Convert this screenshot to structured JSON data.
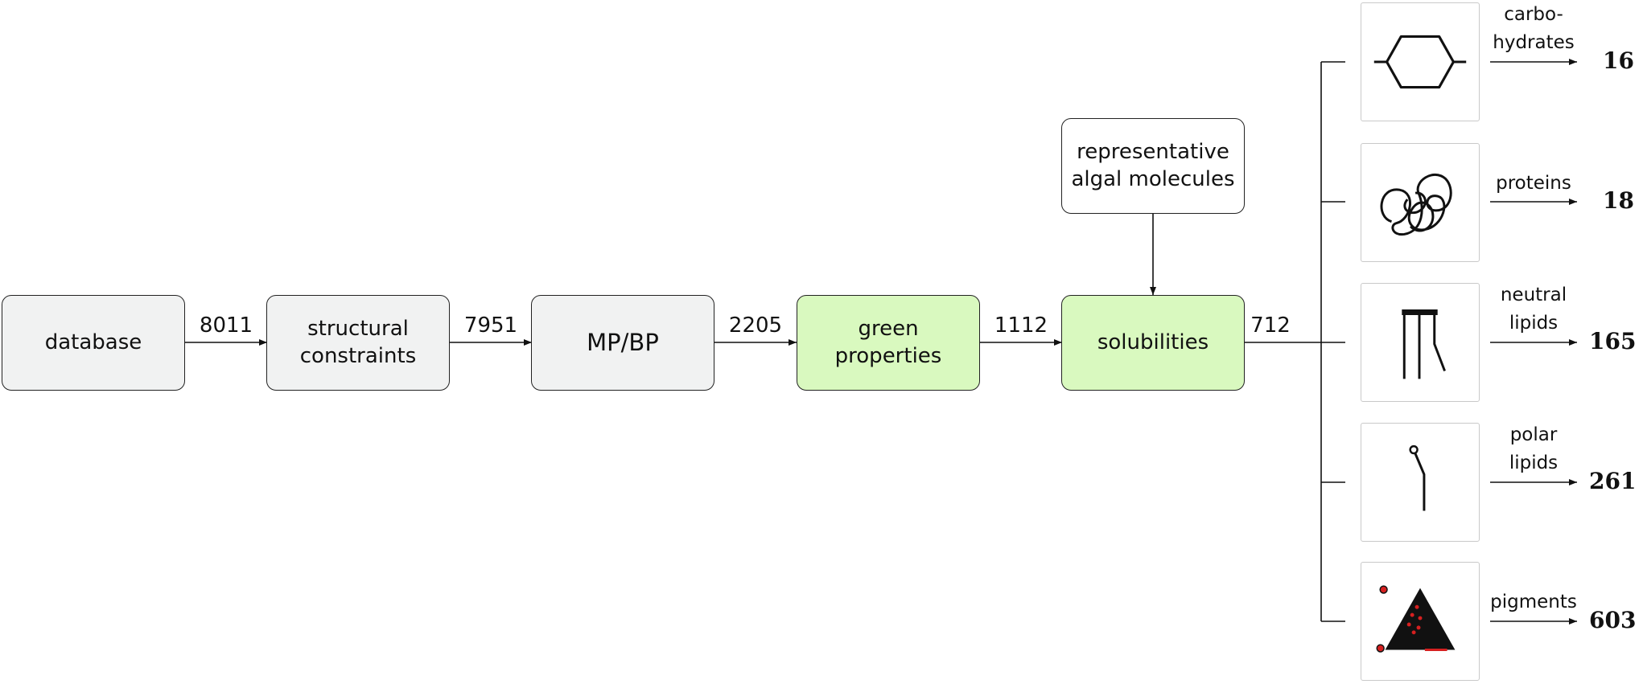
{
  "pipeline": [
    {
      "label": "database",
      "style": "gray"
    },
    {
      "label": "structural\nconstraints",
      "style": "gray"
    },
    {
      "label": "MP/BP",
      "style": "gray"
    },
    {
      "label": "green\nproperties",
      "style": "green"
    },
    {
      "label": "solubilities",
      "style": "green"
    }
  ],
  "counts": [
    "8011",
    "7951",
    "2205",
    "1112",
    "712"
  ],
  "side_input": {
    "label": "representative\nalgal molecules"
  },
  "categories": [
    {
      "label": "carbo-\nhydrates",
      "icon": "hexagon-icon",
      "result": "16"
    },
    {
      "label": "proteins",
      "icon": "protein-coil-icon",
      "result": "18"
    },
    {
      "label": "neutral\nlipids",
      "icon": "triglyceride-icon",
      "result": "165"
    },
    {
      "label": "polar\nlipids",
      "icon": "phospholipid-icon",
      "result": "261"
    },
    {
      "label": "pigments",
      "icon": "pigment-triangle-icon",
      "result": "603"
    }
  ],
  "colors": {
    "gray_fill": "#f1f2f2",
    "green_fill": "#d9f9bf",
    "stroke": "#222222",
    "pigment_dot": "#d62020"
  }
}
